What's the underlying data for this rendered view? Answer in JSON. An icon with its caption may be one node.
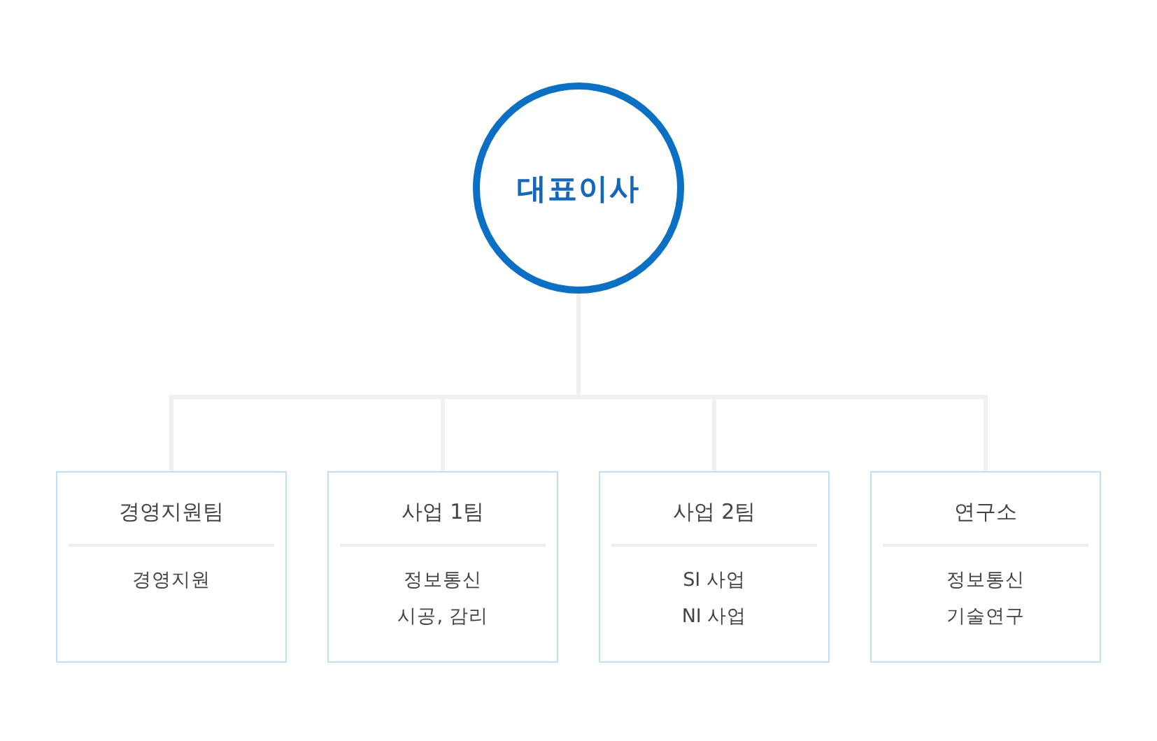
{
  "diagram": {
    "nodes": [
      {
        "text": [
          "대표이사"
        ]
      },
      {
        "text": [
          "경영지원팀",
          "경영지원"
        ]
      },
      {
        "text": [
          "사업 1팀",
          "정보통신",
          "시공, 감리"
        ]
      },
      {
        "text": [
          "사업 2팀",
          "SI 사업",
          "NI 사업"
        ]
      },
      {
        "text": [
          "연구소",
          "정보통신",
          "기술연구"
        ]
      }
    ],
    "edges": [
      {
        "from": 0,
        "to": 1,
        "arrow": "none"
      },
      {
        "from": 0,
        "to": 2,
        "arrow": "none"
      },
      {
        "from": 0,
        "to": 3,
        "arrow": "none"
      },
      {
        "from": 0,
        "to": 4,
        "arrow": "none"
      }
    ]
  }
}
